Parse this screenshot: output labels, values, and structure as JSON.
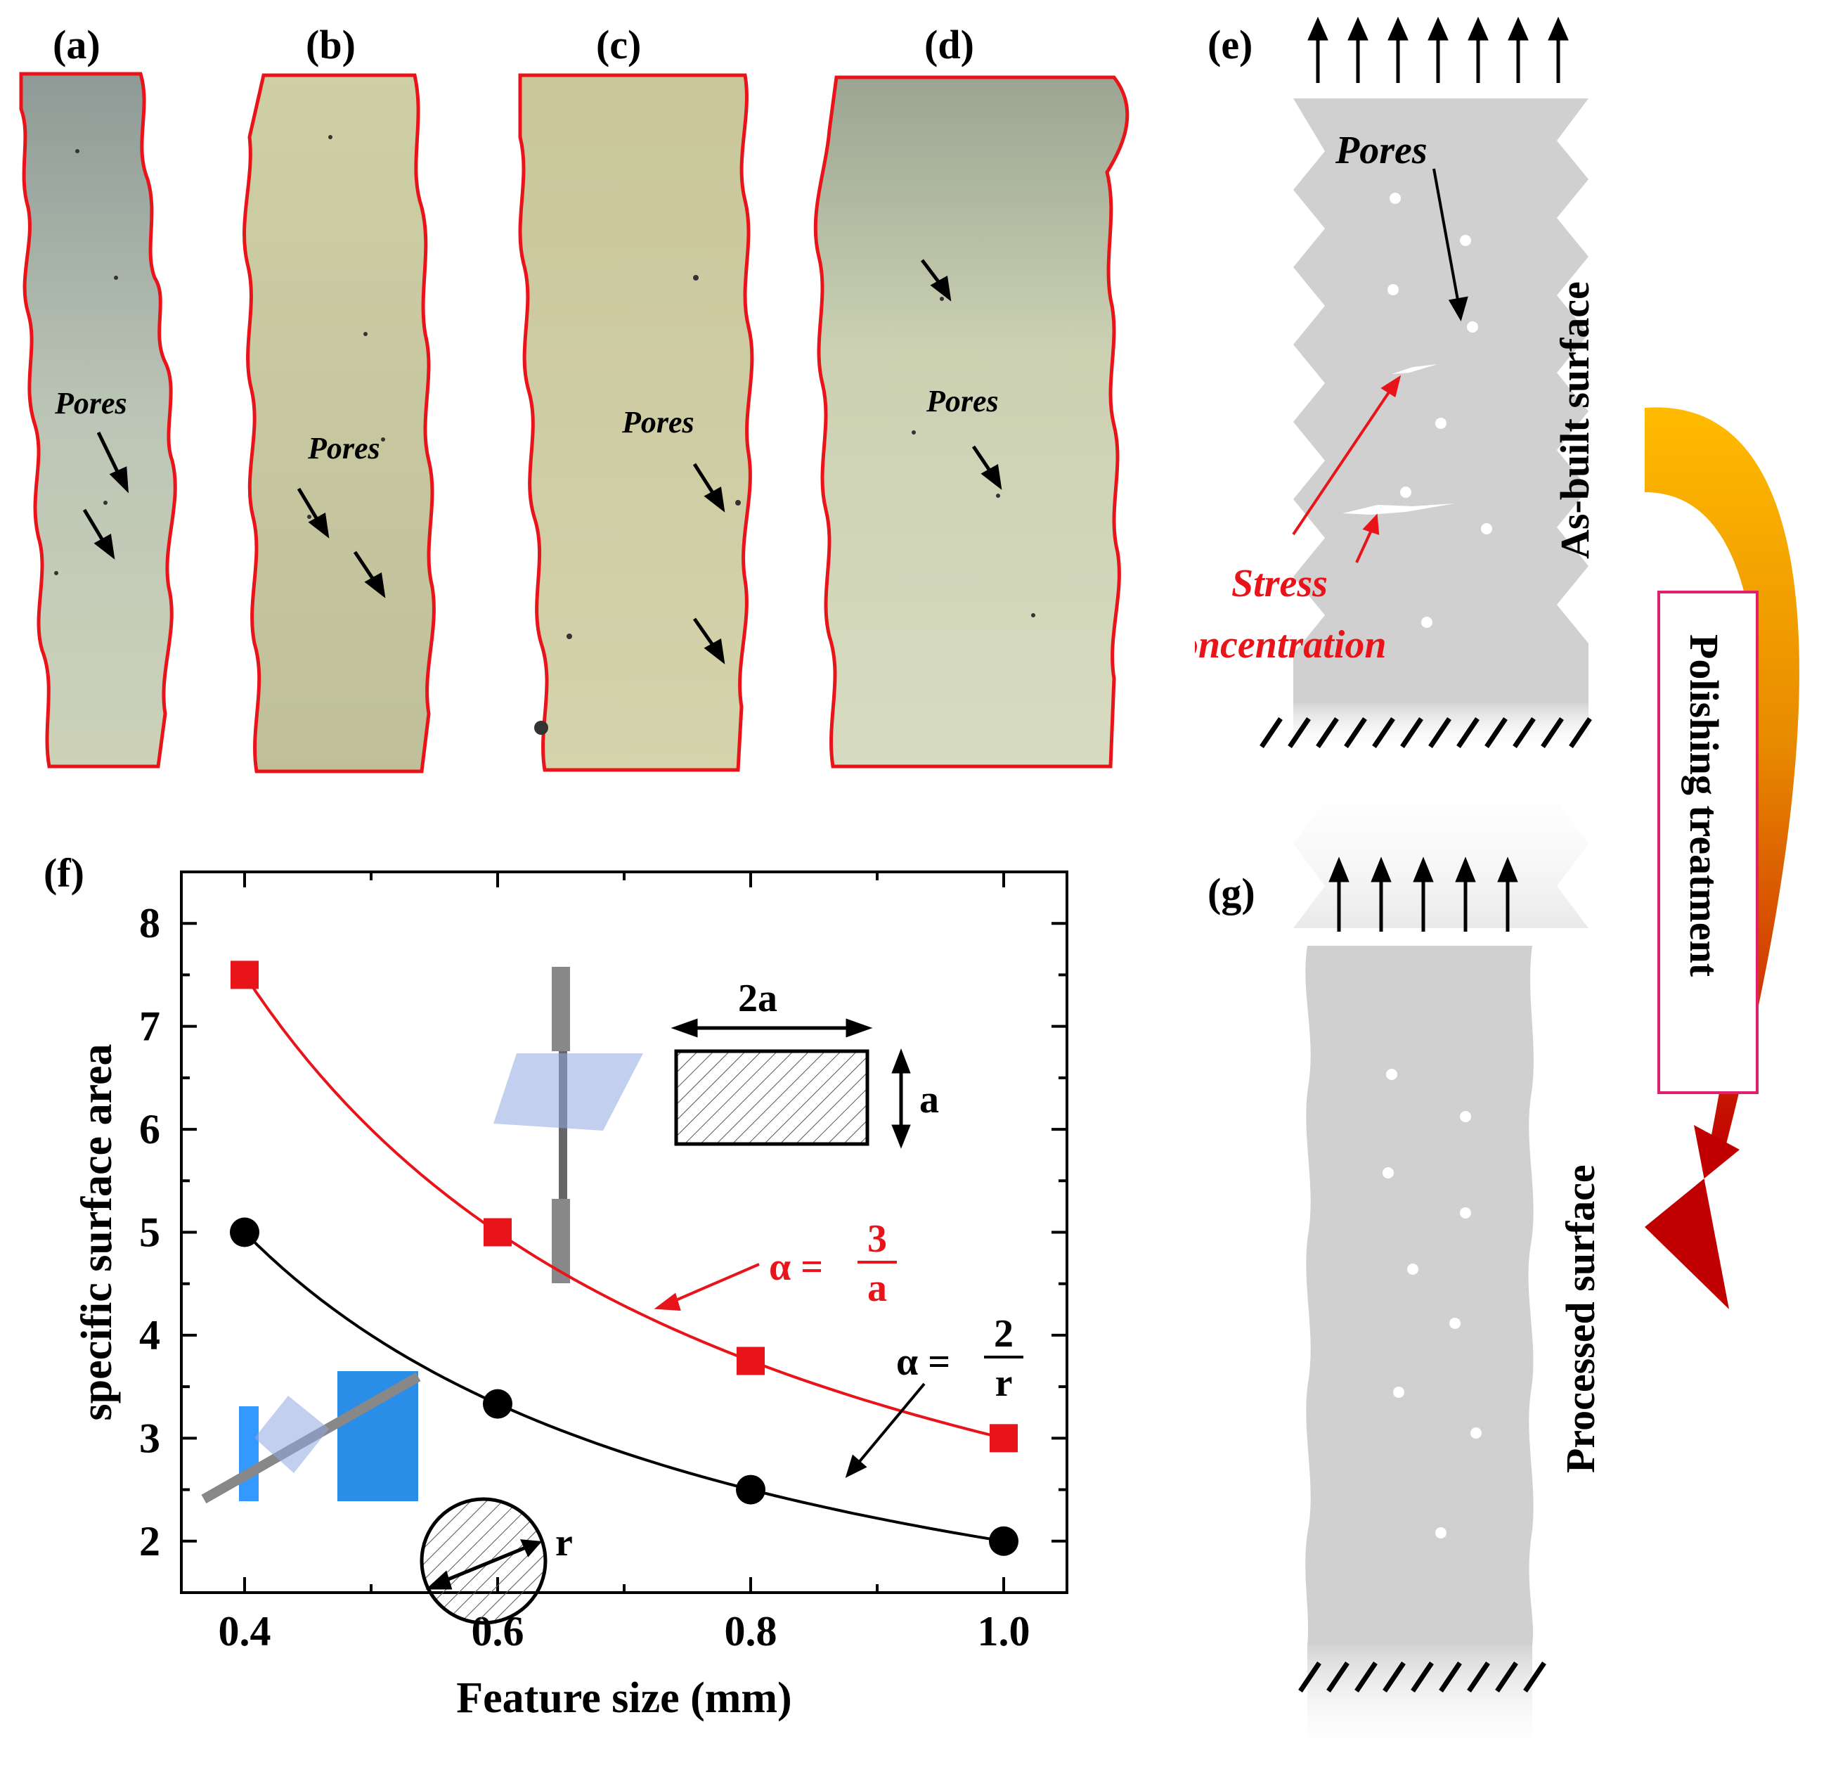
{
  "panels": {
    "a": "(a)",
    "b": "(b)",
    "c": "(c)",
    "d": "(d)",
    "e": "(e)",
    "f": "(f)",
    "g": "(g)"
  },
  "micrographs": {
    "pores_label": "Pores"
  },
  "schematic": {
    "pores_label": "Pores",
    "stress_line1": "Stress",
    "stress_line2": "concentration",
    "as_built_label": "As-built surface",
    "processed_label": "Processed surface",
    "polishing_label": "Polishing treatment"
  },
  "colors": {
    "outline_red": "#e8141a",
    "series_red": "#e8141a",
    "series_black": "#000000",
    "polish_box": "#e0206e",
    "arrow_orange": "#ffbb00",
    "arrow_dark_red": "#c00000",
    "schematic_gray": "#d0d0d0"
  },
  "chart_data": {
    "type": "line",
    "xlabel": "Feature size (mm)",
    "ylabel": "specific surface area",
    "xlim": [
      0.35,
      1.05
    ],
    "ylim": [
      1.5,
      8.5
    ],
    "xticks": [
      "0.4",
      "0.6",
      "0.8",
      "1.0"
    ],
    "yticks": [
      "2",
      "3",
      "4",
      "5",
      "6",
      "7",
      "8"
    ],
    "series": [
      {
        "x": [
          0.4,
          0.6,
          0.8,
          1.0
        ],
        "values": [
          7.5,
          5.0,
          3.75,
          3.0
        ],
        "marker": "square",
        "color": "#e8141a",
        "formula": {
          "lhs": "α =",
          "num": "3",
          "den": "a"
        }
      },
      {
        "x": [
          0.4,
          0.6,
          0.8,
          1.0
        ],
        "values": [
          5.0,
          3.333,
          2.5,
          2.0
        ],
        "marker": "circle",
        "color": "#000000",
        "formula": {
          "lhs": "α =",
          "num": "2",
          "den": "r"
        }
      }
    ],
    "inset_rect": {
      "width_label": "2a",
      "height_label": "a"
    },
    "inset_circle": {
      "radius_label": "r"
    }
  }
}
